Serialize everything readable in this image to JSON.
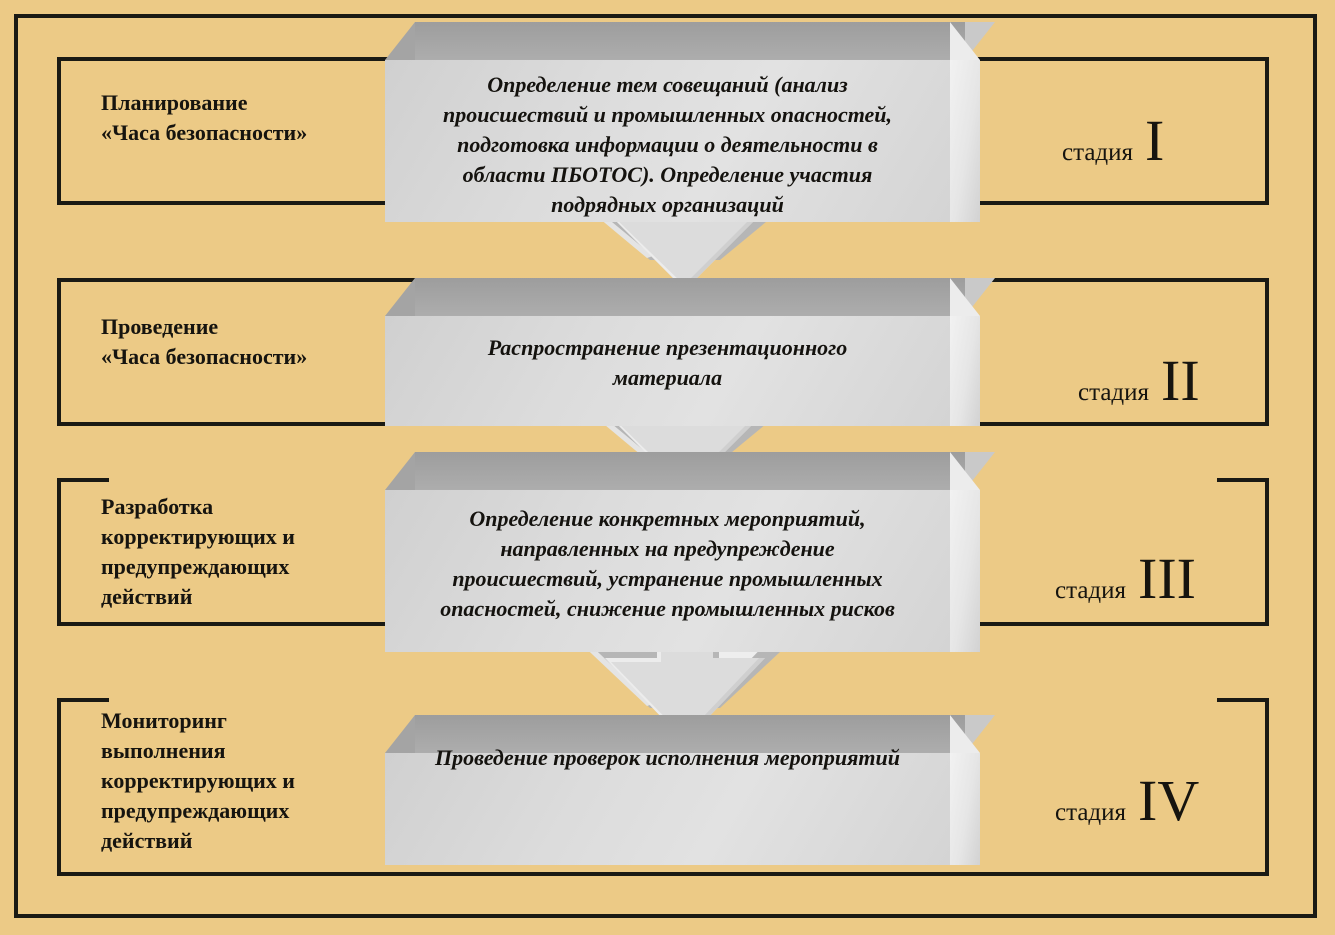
{
  "diagram": {
    "title_visible": false,
    "background_color": "#ecca86",
    "border_color": "#1a1a14",
    "block_face_color": "#dcdcdc",
    "block_top_color": "#a4a4a4",
    "block_side_color": "#ececec",
    "text_color": "#14120e",
    "stage_word": "стадия",
    "rows": [
      {
        "label": "Планирование\n«Часа безопасности»",
        "block_text": "Определение тем совещаний (анализ\nпроисшествий и промышленных опасностей,\nподготовка информации о деятельности в\nобласти ПБОТОС). Определение участия\nподрядных организаций",
        "stage_word": "стадия",
        "stage_numeral": "I"
      },
      {
        "label": "Проведение\n«Часа безопасности»",
        "block_text": "Распространение презентационного\nматериала",
        "stage_word": "стадия",
        "stage_numeral": "II"
      },
      {
        "label": "Разработка\nкорректирующих и\nпредупреждающих\nдействий",
        "block_text": "Определение конкретных мероприятий,\nнаправленных на предупреждение\nпроисшествий, устранение промышленных\nопасностей, снижение промышленных рисков",
        "stage_word": "стадия",
        "stage_numeral": "III"
      },
      {
        "label": "Мониторинг\nвыполнения\nкорректирующих и\nпредупреждающих\nдействий",
        "block_text": "Проведение проверок исполнения мероприятий",
        "stage_word": "стадия",
        "stage_numeral": "IV"
      }
    ],
    "arrows": [
      {
        "name": "arrow-stage-1-to-2",
        "direction": "down"
      },
      {
        "name": "arrow-stage-2-to-3",
        "direction": "down"
      },
      {
        "name": "arrow-stage-3-to-4",
        "direction": "down"
      }
    ]
  }
}
